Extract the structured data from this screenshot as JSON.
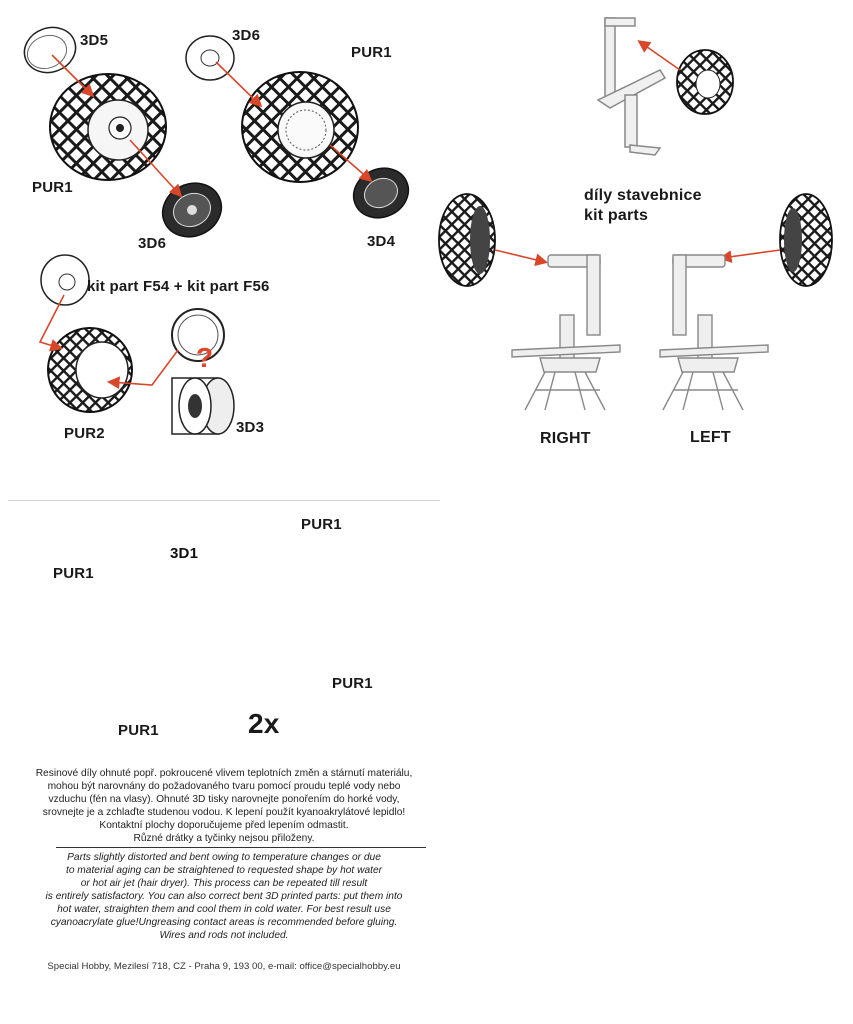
{
  "wheels": {
    "label_3d5": "3D5",
    "label_3d6_top": "3D6",
    "label_pur1_top": "PUR1",
    "label_pur1_left": "PUR1",
    "label_3d6_bottom": "3D6",
    "label_3d4": "3D4",
    "label_kit_parts_combo": "kit part F54 + kit part F56",
    "label_question": "?",
    "label_pur2": "PUR2",
    "label_3d3": "3D3"
  },
  "gear": {
    "title_cz": "díly stavebnice",
    "title_en": "kit parts",
    "label_right": "RIGHT",
    "label_left": "LEFT"
  },
  "propeller": {
    "label_pur1_top_right": "PUR1",
    "label_3d1": "3D1",
    "label_pur1_left": "PUR1",
    "label_pur1_right": "PUR1",
    "label_pur1_bottom": "PUR1",
    "label_2x": "2x"
  },
  "notes": {
    "cz_lines": [
      "Resinové díly ohnuté popř. pokroucené vlivem teplotních změn a stárnutí materiálu,",
      "mohou být narovnány do požadovaného tvaru pomocí proudu teplé vody nebo",
      "vzduchu (fén na vlasy). Ohnuté 3D tisky narovnejte ponořením do horké vody,",
      "srovnejte je a zchlaďte studenou vodou. K lepení použít kyanoakrylátové lepidlo!",
      "Kontaktní plochy doporučujeme před lepením odmastit.",
      "Různé drátky a tyčinky nejsou přiloženy."
    ],
    "en_lines": [
      "Parts slightly distorted and bent owing to temperature changes or due",
      "to material aging can be straightened to requested shape by hot water",
      "or hot  air jet (hair dryer). This process can be repeated till result",
      "is entirely satisfactory. You can also correct bent 3D printed parts: put them into",
      "hot water, straighten them and cool them in cold water. For best result use",
      "cyanoacrylate glue!Ungreasing contact areas  is recommended before gluing.",
      "Wires and rods not included."
    ],
    "footer": "Special Hobby, Mezilesí 718, CZ - Praha 9, 193 00, e-mail: office@specialhobby.eu"
  },
  "colors": {
    "arrow": "#d9472b",
    "arrow_blue": "#3aa7e0",
    "part_yellow": "#f2c21a",
    "ink": "#1a1a1a"
  }
}
